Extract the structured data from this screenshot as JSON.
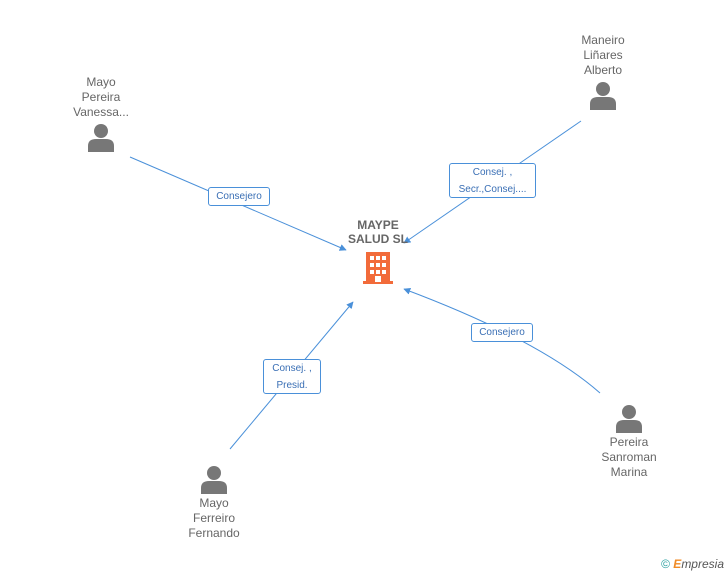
{
  "company": {
    "name_line1": "MAYPE",
    "name_line2": "SALUD SL",
    "icon": "building-icon",
    "color": "#f26b3a"
  },
  "people": [
    {
      "id": "vanessa",
      "lines": [
        "Mayo",
        "Pereira",
        "Vanessa..."
      ],
      "icon": "person-icon"
    },
    {
      "id": "alberto",
      "lines": [
        "Maneiro",
        "Liñares",
        "Alberto"
      ],
      "icon": "person-icon"
    },
    {
      "id": "fernando",
      "lines": [
        "Mayo",
        "Ferreiro",
        "Fernando"
      ],
      "icon": "person-icon"
    },
    {
      "id": "marina",
      "lines": [
        "Pereira",
        "Sanroman",
        "Marina"
      ],
      "icon": "person-icon"
    }
  ],
  "edges": [
    {
      "from": "vanessa",
      "label_lines": [
        "Consejero"
      ]
    },
    {
      "from": "alberto",
      "label_lines": [
        "Consej. ,",
        "Secr.,Consej...."
      ]
    },
    {
      "from": "fernando",
      "label_lines": [
        "Consej. ,",
        "Presid."
      ]
    },
    {
      "from": "marina",
      "label_lines": [
        "Consejero"
      ]
    }
  ],
  "footer": {
    "copyright": "©",
    "brand_initial": "E",
    "brand_rest": "mpresia"
  },
  "colors": {
    "edge": "#4a90d9",
    "person": "#777777",
    "text": "#666666"
  }
}
